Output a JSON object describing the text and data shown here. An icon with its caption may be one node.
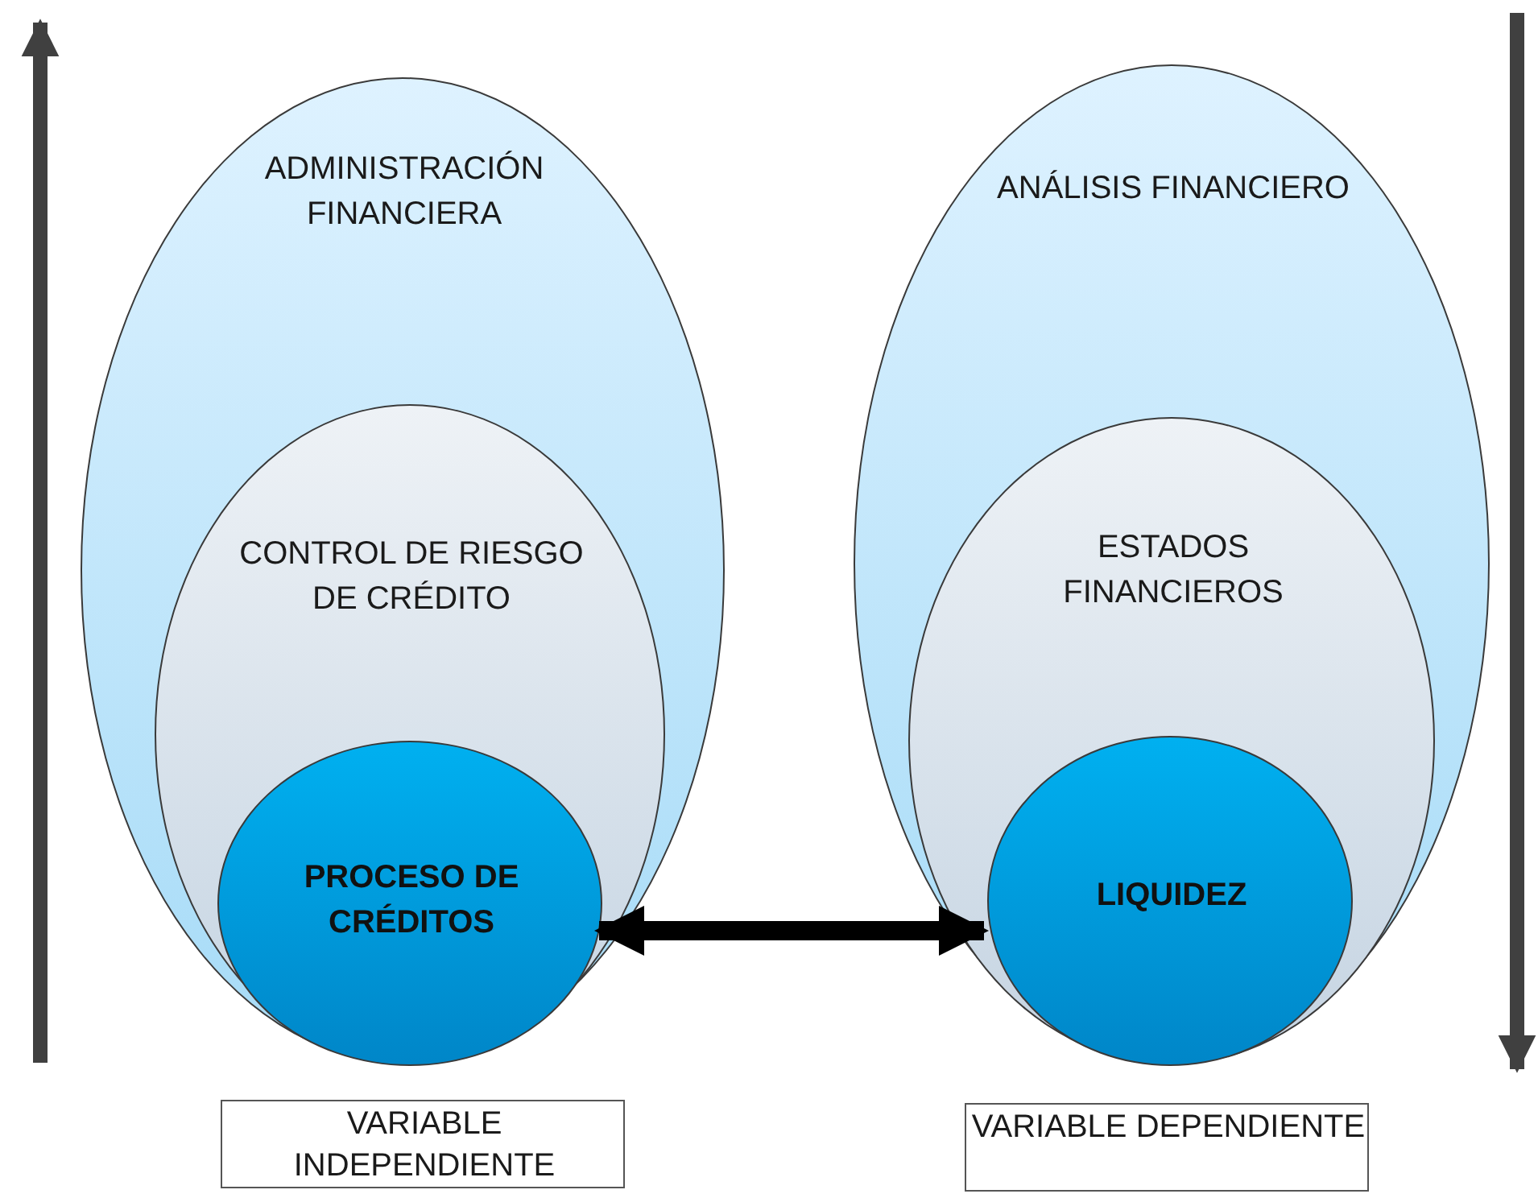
{
  "diagram": {
    "nodes": [
      {
        "text": [
          "ADMINISTRACIÓN FINANCIERA"
        ]
      },
      {
        "text": [
          "CONTROL DE RIESGO DE CRÉDITO"
        ],
        "in": 0
      },
      {
        "text": [
          "PROCESO DE CRÉDITOS"
        ],
        "in": 1
      },
      {
        "text": [
          "ANÁLISIS FINANCIERO"
        ]
      },
      {
        "text": [
          "ESTADOS FINANCIEROS"
        ],
        "in": 3
      },
      {
        "text": [
          "LIQUIDEZ"
        ],
        "in": 4
      },
      {
        "text": [
          "VARIABLE INDEPENDIENTE"
        ]
      },
      {
        "text": [
          "VARIABLE DEPENDIENTE"
        ]
      }
    ],
    "edges": [
      {
        "from": 2,
        "to": 5,
        "arrow": "both"
      }
    ]
  }
}
